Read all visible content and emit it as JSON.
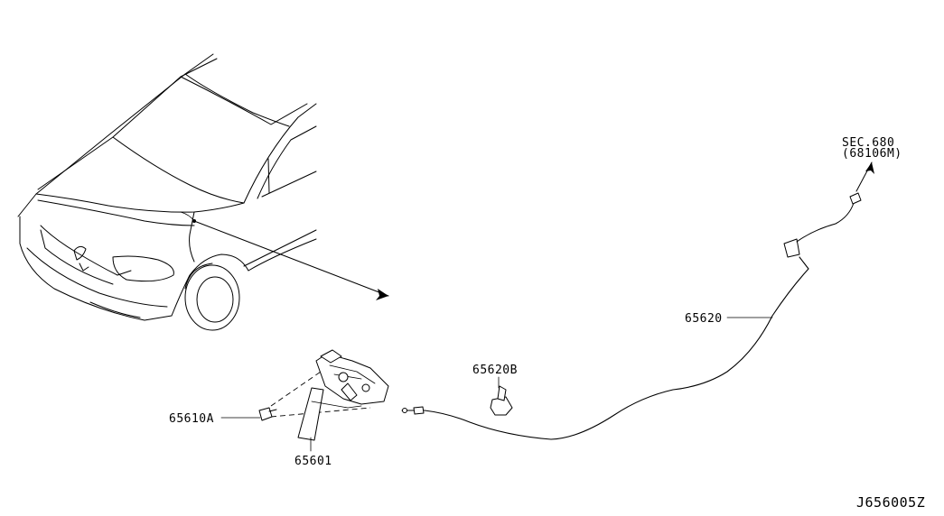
{
  "diagram": {
    "labels": {
      "sec_ref": "SEC.680",
      "sec_part": "(68106M)",
      "cable": "65620",
      "clip": "65620B",
      "bolt": "65610A",
      "lever": "65601",
      "figure_code": "J656005Z"
    }
  }
}
